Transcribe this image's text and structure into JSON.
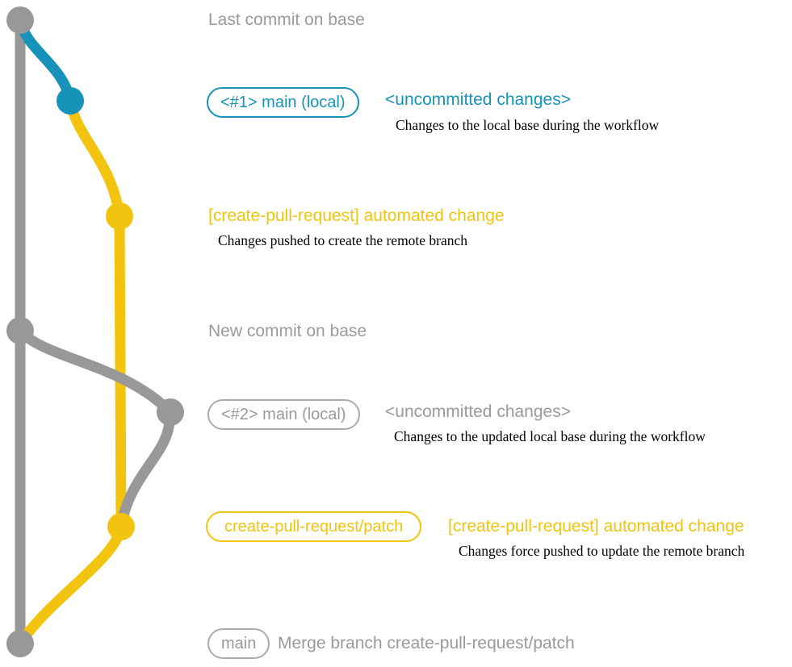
{
  "colors": {
    "line_gray": "#989898",
    "text_gray": "#9A9A9A",
    "blue": "#1792B8",
    "yellow": "#F2C40F",
    "note_text": "#000000",
    "background": "#FFFFFF"
  },
  "rows": {
    "last_commit": {
      "message": "Last commit on base"
    },
    "uncommitted_1": {
      "tag": "<#1> main (local)",
      "message": "<uncommitted changes>",
      "note": "Changes to the local base during the workflow"
    },
    "automated_1": {
      "message": "[create-pull-request] automated change",
      "note": "Changes pushed to create the remote branch"
    },
    "new_commit": {
      "message": "New commit on base"
    },
    "uncommitted_2": {
      "tag": "<#2> main (local)",
      "message": "<uncommitted changes>",
      "note": "Changes to the updated local base during the workflow"
    },
    "automated_2": {
      "tag": "create-pull-request/patch",
      "message": "[create-pull-request] automated change",
      "note": "Changes force pushed to update the remote branch"
    },
    "merge": {
      "tag": "main",
      "message": "Merge branch create-pull-request/patch"
    }
  }
}
